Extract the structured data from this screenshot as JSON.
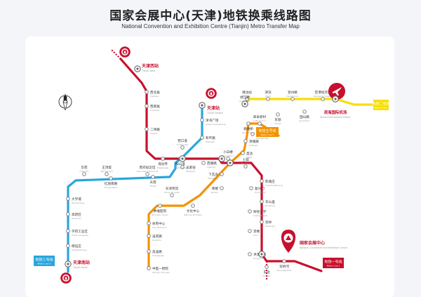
{
  "title_zh": "国家会展中心(天津)地铁换乘线路图",
  "title_en": "National Convention and Exhibition Centre (Tianjin) Metro Transfer Map",
  "compass": "N",
  "colors": {
    "line1": "#c8102e",
    "line3": "#2aa6dc",
    "line5": "#f39200",
    "line9": "#f6e000",
    "card_border": "#e6e6ea",
    "page_bg": "#f4f5f9"
  },
  "lines": {
    "line1": {
      "label_zh": "地铁一号线",
      "label_en": "Metro Line 1"
    },
    "line3": {
      "label_zh": "地铁三号线",
      "label_en": "Metro Line 3"
    },
    "line5": {
      "label_zh": "地铁五号线",
      "label_en": "Metro Line 5"
    },
    "line9": {
      "label_zh": "地铁二号线",
      "label_en": "Metro Line 2"
    }
  },
  "pois": [
    {
      "zh": "天津西站",
      "en": "Tianjin West",
      "icon": "railway-station-icon"
    },
    {
      "zh": "天津站",
      "en": "Tianjin Station",
      "icon": "railway-station-icon"
    },
    {
      "zh": "天津南站",
      "en": "Tianjin South",
      "icon": "railway-station-icon"
    },
    {
      "zh": "滨海国际机场",
      "en": "Binhai International Airport",
      "icon": "airplane-icon"
    },
    {
      "zh": "国家会展中心",
      "en": "National Convention and Exhibition Centre",
      "icon": "location-pin-icon"
    }
  ],
  "stations": [
    {
      "zh": "西北角",
      "en": "Xibeijiao"
    },
    {
      "zh": "西南角",
      "en": "Xinanjiao"
    },
    {
      "zh": "二纬路",
      "en": "Erweilu"
    },
    {
      "zh": "海光寺",
      "en": "Haiguangsi"
    },
    {
      "zh": "鞍山道",
      "en": "Anshandao"
    },
    {
      "zh": "营口道",
      "en": "Yingkoudao"
    },
    {
      "zh": "小白楼",
      "en": "Xiaobailou"
    },
    {
      "zh": "下瓦房",
      "en": "Xiawafang"
    },
    {
      "zh": "南楼",
      "en": "Nanlou"
    },
    {
      "zh": "土城",
      "en": "Tucheng"
    },
    {
      "zh": "陈塘庄",
      "en": "Chentangzhuang"
    },
    {
      "zh": "复兴门",
      "en": "Fuxingmen"
    },
    {
      "zh": "华山里",
      "en": "Huashanli"
    },
    {
      "zh": "财经大学",
      "en": "Caijing Daxue"
    },
    {
      "zh": "双林",
      "en": "Shuanglin"
    },
    {
      "zh": "李楼",
      "en": "Lilou"
    },
    {
      "zh": "洪泥河西",
      "en": "Hongnihexi"
    },
    {
      "zh": "双桥河",
      "en": "Shuangqiaohe"
    },
    {
      "zh": "东沽",
      "en": "Donggu"
    },
    {
      "zh": "塘沽站",
      "en": "Tanggu"
    },
    {
      "zh": "津滨",
      "en": "Jinbin"
    },
    {
      "zh": "东丽",
      "en": "Dongli"
    },
    {
      "zh": "登州路",
      "en": "Dengzhoulu"
    },
    {
      "zh": "国山路",
      "en": "Guoshanlu"
    },
    {
      "zh": "空港经济区",
      "en": "Konggang Jingjiqu"
    },
    {
      "zh": "靖江路",
      "en": "Jingjianglu"
    },
    {
      "zh": "翠阜新村",
      "en": "Cuifu Xincun"
    },
    {
      "zh": "顺驰桥",
      "en": "Shunchiqiao"
    },
    {
      "zh": "成林道",
      "en": "Chenglindao"
    },
    {
      "zh": "津塘路",
      "en": "Jintanglu"
    },
    {
      "zh": "直沽",
      "en": "Zhigu"
    },
    {
      "zh": "津湾广场",
      "en": "Jinwan Guangchang"
    },
    {
      "zh": "和平路",
      "en": "Hepinglu"
    },
    {
      "zh": "西康路",
      "en": "Xikanglu"
    },
    {
      "zh": "吴家窑",
      "en": "Wujiayao"
    },
    {
      "zh": "天塔",
      "en": "Tianta"
    },
    {
      "zh": "周邓纪念馆",
      "en": "Zhou-Deng Memorial"
    },
    {
      "zh": "红旗南路",
      "en": "Hongqi Nanlu"
    },
    {
      "zh": "王顶堤",
      "en": "Wangdingdi"
    },
    {
      "zh": "华苑",
      "en": "Huayuan"
    },
    {
      "zh": "大学城",
      "en": "Daxuecheng"
    },
    {
      "zh": "高新区",
      "en": "Gaoxinqu"
    },
    {
      "zh": "学府工业区",
      "en": "Xuefu Gongyequ"
    },
    {
      "zh": "杨伍庄",
      "en": "Yangwuzhuang"
    },
    {
      "zh": "天津宾馆",
      "en": "Tianjin Binguan"
    },
    {
      "zh": "肿瘤医院",
      "en": "Zhongliu Yiyuan"
    },
    {
      "zh": "文化中心",
      "en": "Wenhua Zhongxin"
    },
    {
      "zh": "体育中心",
      "en": "Tiyu Zhongxin"
    },
    {
      "zh": "凌宾路",
      "en": "Lingbinlu"
    },
    {
      "zh": "昌凌路",
      "en": "Changlinglu"
    },
    {
      "zh": "中医一附院",
      "en": "Zhongyi Yifuyuan"
    }
  ]
}
